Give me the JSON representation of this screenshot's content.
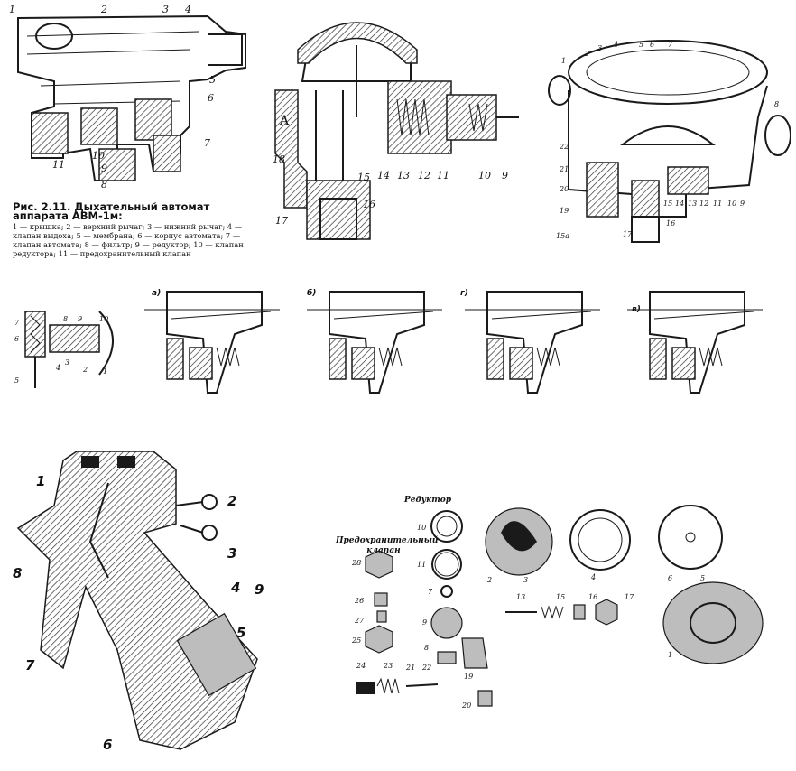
{
  "figure_211": {
    "title": "Рис. 2.11. Дыхательный автомат аппарата АВМ-1м:",
    "legend": "1 — крышка; 2 — верхний рычаг; 3 — нижний рычаг; 4 — клапан выдоха; 5 — мембрана; 6 — корпус автомата; 7 — клапан автомата; 8 — фильтр; 9 — редуктор; 10 — клапан редуктора; 11 — предохранительный клапан",
    "labels": [
      "1",
      "2",
      "3",
      "4",
      "5",
      "6",
      "7",
      "8",
      "9",
      "10",
      "11"
    ]
  },
  "section_view": {
    "labels": [
      "A",
      "18",
      "17",
      "16",
      "15",
      "14",
      "13",
      "12",
      "11",
      "10",
      "9"
    ]
  },
  "perspective_view": {
    "labels": [
      "1",
      "2",
      "3",
      "4",
      "5",
      "6",
      "7",
      "8",
      "22",
      "21",
      "20",
      "19",
      "15а",
      "17",
      "16",
      "15",
      "14",
      "13",
      "12",
      "11",
      "10",
      "9"
    ]
  },
  "reducer_detail": {
    "labels": [
      "7",
      "6",
      "8",
      "9",
      "10",
      "5",
      "4",
      "3",
      "2",
      "1"
    ]
  },
  "operation_phases": [
    {
      "label": "а)"
    },
    {
      "label": "б)"
    },
    {
      "label": "г)"
    },
    {
      "label": "в)"
    }
  ],
  "cutaway_view": {
    "labels": [
      "1",
      "2",
      "3",
      "4",
      "5",
      "6",
      "7",
      "8",
      "9"
    ]
  },
  "exploded_view": {
    "group_reducer": "Редуктор",
    "group_safety_valve": "Предохранительный клапан",
    "labels": [
      "10",
      "11",
      "28",
      "7",
      "9",
      "26",
      "27",
      "25",
      "8",
      "22",
      "19",
      "24",
      "23",
      "21",
      "20",
      "2",
      "3",
      "4",
      "13",
      "15",
      "16",
      "17",
      "6",
      "5",
      "1"
    ]
  }
}
